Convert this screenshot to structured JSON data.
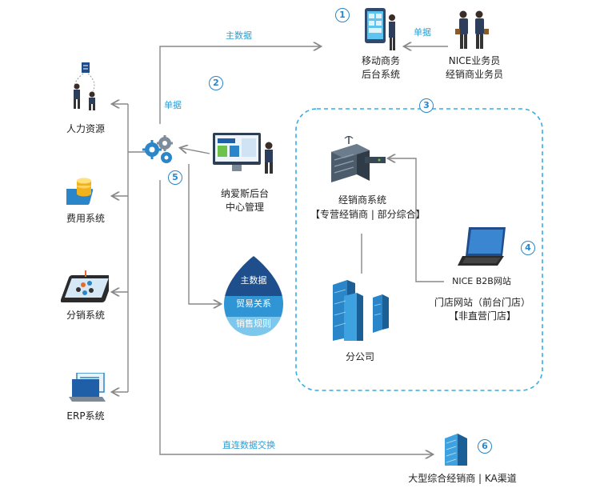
{
  "nodes": {
    "mobile_backend": {
      "line1": "移动商务",
      "line2": "后台系统"
    },
    "salesperson": {
      "line1": "NICE业务员",
      "line2": "经销商业务员"
    },
    "hr": {
      "label": "人力资源"
    },
    "expense": {
      "label": "费用系统"
    },
    "distribution": {
      "label": "分销系统"
    },
    "erp": {
      "label": "ERP系统"
    },
    "nice_backend": {
      "line1": "纳爱斯后台",
      "line2": "中心管理"
    },
    "dealer_system": {
      "line1": "经销商系统",
      "line2": "【专营经销商 | 部分综合】"
    },
    "branch": {
      "label": "分公司"
    },
    "b2b": {
      "label": "NICE B2B网站",
      "line1": "门店网站（前台门店）",
      "line2": "【非直营门店】"
    },
    "ka": {
      "label": "大型综合经销商 | KA渠道"
    }
  },
  "drop": {
    "layer1": "主数据",
    "layer2": "贸易关系",
    "layer3": "销售规则"
  },
  "edges": {
    "master_data": "主数据",
    "order_top": "单据",
    "order_left": "单据",
    "direct": "直连数据交换"
  },
  "markers": [
    "1",
    "2",
    "3",
    "4",
    "5",
    "6"
  ],
  "colors": {
    "accent": "#2a9fd6",
    "line": "#888888",
    "dashed_group": "#34aee0"
  }
}
